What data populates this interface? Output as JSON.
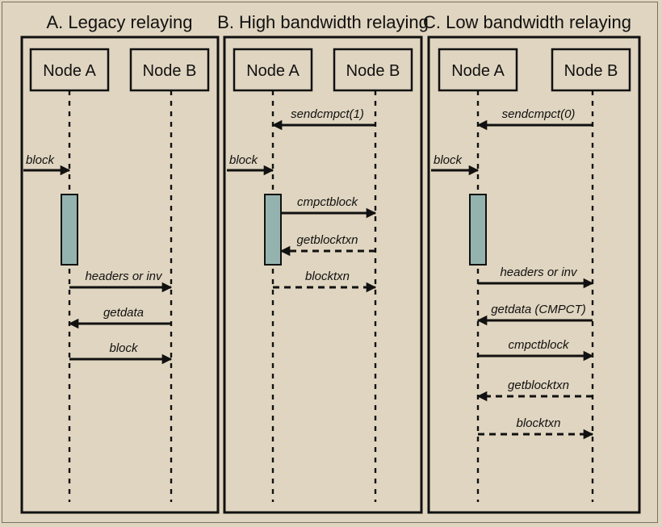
{
  "colors": {
    "background": "#e0d5c0",
    "line": "#111111",
    "activation": "#95b3ae"
  },
  "panels": [
    {
      "id": "A",
      "title": "A. Legacy relaying",
      "nodes": [
        "Node A",
        "Node B"
      ],
      "incoming": {
        "label": "block"
      },
      "activation": true,
      "messages": [
        {
          "label": "headers or inv",
          "from": "A",
          "to": "B",
          "style": "solid"
        },
        {
          "label": "getdata",
          "from": "B",
          "to": "A",
          "style": "solid"
        },
        {
          "label": "block",
          "from": "A",
          "to": "B",
          "style": "solid"
        }
      ]
    },
    {
      "id": "B",
      "title": "B. High bandwidth relaying",
      "nodes": [
        "Node A",
        "Node B"
      ],
      "pre": {
        "label": "sendcmpct(1)",
        "from": "B",
        "to": "A",
        "style": "solid"
      },
      "incoming": {
        "label": "block"
      },
      "activation": true,
      "messages": [
        {
          "label": "cmpctblock",
          "from": "A",
          "to": "B",
          "style": "solid"
        },
        {
          "label": "getblocktxn",
          "from": "B",
          "to": "A",
          "style": "dashed"
        },
        {
          "label": "blocktxn",
          "from": "A",
          "to": "B",
          "style": "dashed"
        }
      ]
    },
    {
      "id": "C",
      "title": "C. Low bandwidth relaying",
      "nodes": [
        "Node A",
        "Node B"
      ],
      "pre": {
        "label": "sendcmpct(0)",
        "from": "B",
        "to": "A",
        "style": "solid"
      },
      "incoming": {
        "label": "block"
      },
      "activation": true,
      "messages": [
        {
          "label": "headers or inv",
          "from": "A",
          "to": "B",
          "style": "solid"
        },
        {
          "label": "getdata (CMPCT)",
          "from": "B",
          "to": "A",
          "style": "solid"
        },
        {
          "label": "cmpctblock",
          "from": "A",
          "to": "B",
          "style": "solid"
        },
        {
          "label": "getblocktxn",
          "from": "B",
          "to": "A",
          "style": "dashed"
        },
        {
          "label": "blocktxn",
          "from": "A",
          "to": "B",
          "style": "dashed"
        }
      ]
    }
  ]
}
